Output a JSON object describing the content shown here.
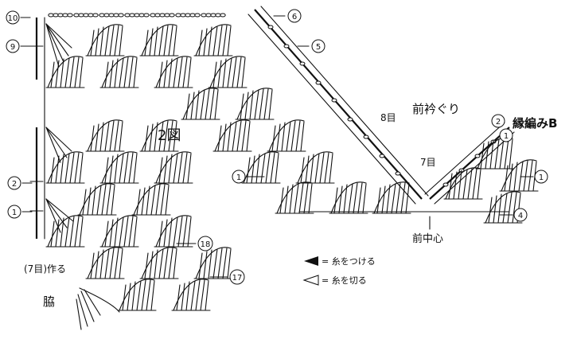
{
  "figure_label": "2図",
  "labels": {
    "front_neckline": "前衿ぐり",
    "pattern": "縁編みB",
    "center_front": "前中心",
    "side": "脇",
    "stitch_count_8": "8目",
    "stitch_count_7": "7目",
    "start_note": "(7目)作る"
  },
  "row_markers": {
    "r10": "10",
    "r9": "9",
    "r2_left": "2",
    "r1_left": "1",
    "r6": "6",
    "r5": "5",
    "r1_mid": "1",
    "r4": "4",
    "r18": "18",
    "r17": "17",
    "r2_right": "2",
    "r1_right_top": "1",
    "r1_right": "1"
  },
  "legend": {
    "join": "= 糸をつける",
    "cut": "= 糸を切る"
  }
}
